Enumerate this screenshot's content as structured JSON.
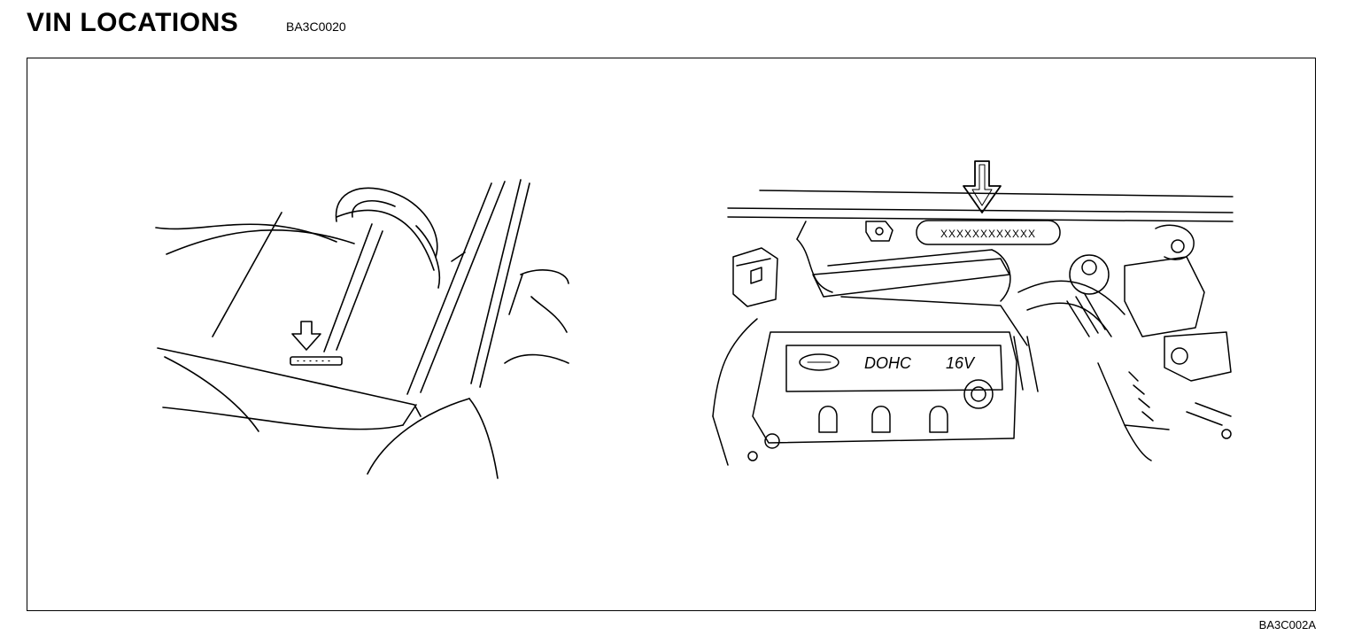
{
  "header": {
    "title": "VIN LOCATIONS",
    "doc_code": "BA3C0020"
  },
  "figure": {
    "plate_text": "XXXXXXXXXXXX",
    "engine_label": "DOHC",
    "valve_label": "16V",
    "code": "BA3C002A"
  },
  "colors": {
    "ink": "#000000",
    "paper": "#ffffff"
  },
  "icons": [
    "down-arrow-icon",
    "down-arrow-icon"
  ]
}
